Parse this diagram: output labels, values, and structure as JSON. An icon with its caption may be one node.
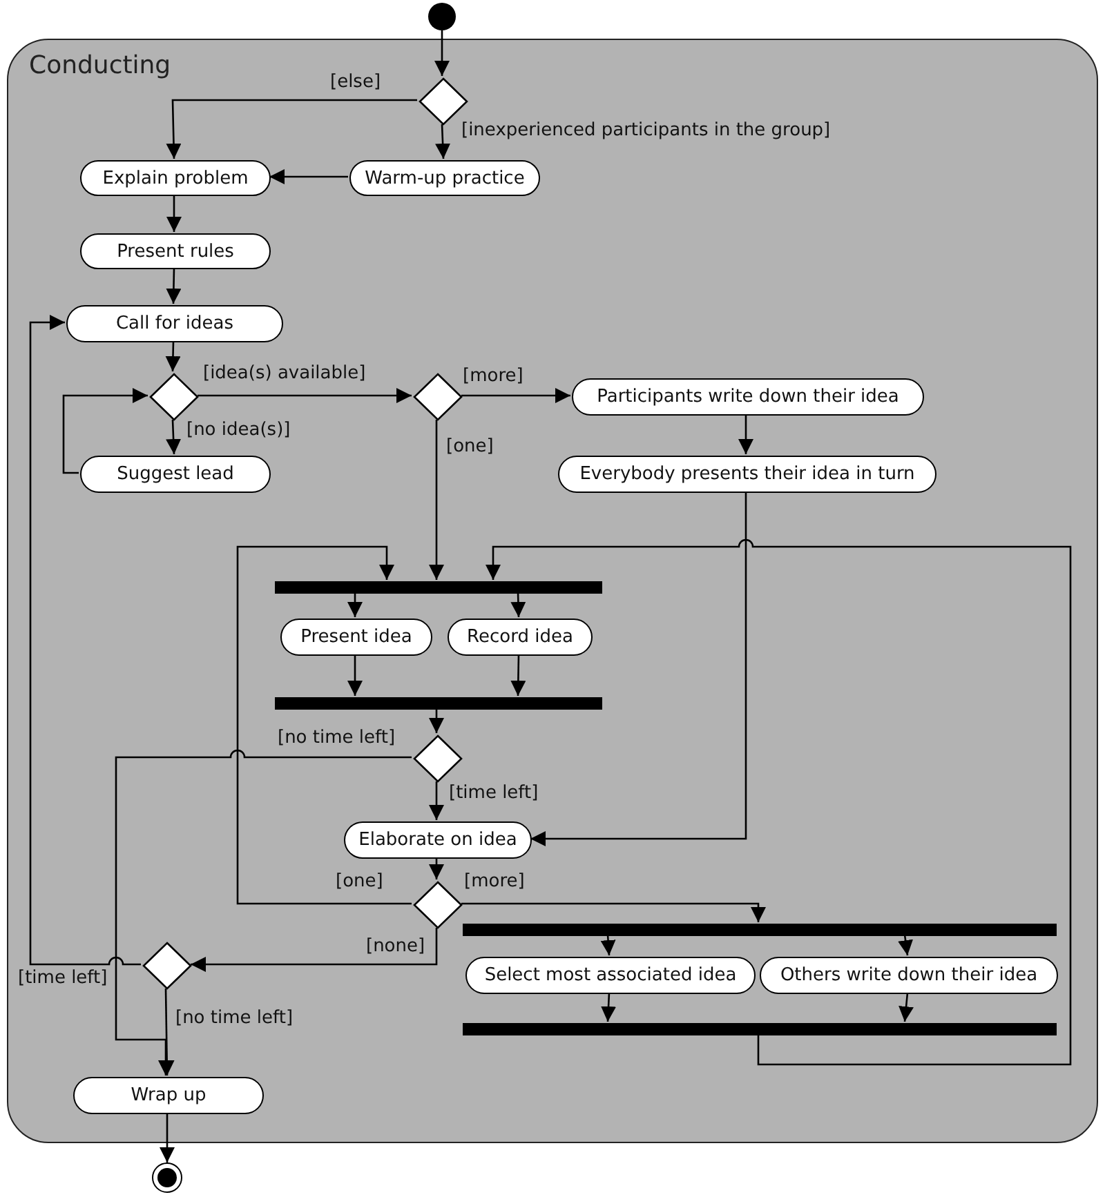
{
  "diagram": {
    "nodes": [
      {
        "text": [
          "Conducting"
        ]
      },
      {
        "text": [],
        "shape": "circle"
      },
      {
        "text": [],
        "shape": "diamond",
        "in": 0
      },
      {
        "text": [
          "Explain problem"
        ],
        "in": 0
      },
      {
        "text": [
          "Warm-up practice"
        ],
        "in": 0
      },
      {
        "text": [
          "Present rules"
        ],
        "in": 0
      },
      {
        "text": [
          "Call for ideas"
        ],
        "in": 0
      },
      {
        "text": [],
        "shape": "diamond",
        "in": 0
      },
      {
        "text": [
          "Suggest lead"
        ],
        "in": 0
      },
      {
        "text": [],
        "shape": "diamond",
        "in": 0
      },
      {
        "text": [
          "Participants write down their idea"
        ],
        "in": 0
      },
      {
        "text": [
          "Everybody presents their idea in turn"
        ],
        "in": 0
      },
      {
        "text": [],
        "shape": "bar",
        "in": 0
      },
      {
        "text": [
          "Present idea"
        ],
        "in": 0
      },
      {
        "text": [
          "Record idea"
        ],
        "in": 0
      },
      {
        "text": [],
        "shape": "bar",
        "in": 0
      },
      {
        "text": [],
        "shape": "diamond",
        "in": 0
      },
      {
        "text": [
          "Elaborate on idea"
        ],
        "in": 0
      },
      {
        "text": [],
        "shape": "diamond",
        "in": 0
      },
      {
        "text": [],
        "shape": "bar",
        "in": 0
      },
      {
        "text": [
          "Select most associated idea"
        ],
        "in": 0
      },
      {
        "text": [
          "Others write down their idea"
        ],
        "in": 0
      },
      {
        "text": [],
        "shape": "bar",
        "in": 0
      },
      {
        "text": [],
        "shape": "diamond",
        "in": 0
      },
      {
        "text": [
          "Wrap up"
        ],
        "in": 0
      },
      {
        "text": [],
        "shape": "circle"
      }
    ],
    "edges": [
      {
        "from": 1,
        "to": 2,
        "arrow": "to"
      },
      {
        "from": 2,
        "to": 3,
        "arrow": "to",
        "label": "[else]"
      },
      {
        "from": 2,
        "to": 4,
        "arrow": "to",
        "label": "[inexperienced participants in the group]"
      },
      {
        "from": 4,
        "to": 3,
        "arrow": "to"
      },
      {
        "from": 3,
        "to": 5,
        "arrow": "to"
      },
      {
        "from": 5,
        "to": 6,
        "arrow": "to"
      },
      {
        "from": 6,
        "to": 7,
        "arrow": "to"
      },
      {
        "from": 7,
        "to": 9,
        "arrow": "to",
        "label": "[idea(s) available]"
      },
      {
        "from": 7,
        "to": 8,
        "arrow": "to",
        "label": "[no idea(s)]"
      },
      {
        "from": 8,
        "to": 7,
        "arrow": "to"
      },
      {
        "from": 9,
        "to": 10,
        "arrow": "to",
        "label": "[more]"
      },
      {
        "from": 9,
        "to": 12,
        "arrow": "to",
        "label": "[one]"
      },
      {
        "from": 10,
        "to": 11,
        "arrow": "to"
      },
      {
        "from": 11,
        "to": 17,
        "arrow": "to"
      },
      {
        "from": 12,
        "to": 13,
        "arrow": "to"
      },
      {
        "from": 12,
        "to": 14,
        "arrow": "to"
      },
      {
        "from": 13,
        "to": 15,
        "arrow": "to"
      },
      {
        "from": 14,
        "to": 15,
        "arrow": "to"
      },
      {
        "from": 15,
        "to": 16,
        "arrow": "to"
      },
      {
        "from": 16,
        "to": 17,
        "arrow": "to",
        "label": "[time left]"
      },
      {
        "from": 16,
        "to": 24,
        "arrow": "to",
        "label": "[no time left]"
      },
      {
        "from": 17,
        "to": 18,
        "arrow": "to"
      },
      {
        "from": 18,
        "to": 12,
        "arrow": "to",
        "label": "[one]"
      },
      {
        "from": 18,
        "to": 19,
        "arrow": "to",
        "label": "[more]"
      },
      {
        "from": 18,
        "to": 23,
        "arrow": "to",
        "label": "[none]"
      },
      {
        "from": 19,
        "to": 20,
        "arrow": "to"
      },
      {
        "from": 19,
        "to": 21,
        "arrow": "to"
      },
      {
        "from": 20,
        "to": 22,
        "arrow": "to"
      },
      {
        "from": 21,
        "to": 22,
        "arrow": "to"
      },
      {
        "from": 22,
        "to": 12,
        "arrow": "to"
      },
      {
        "from": 23,
        "to": 6,
        "arrow": "to",
        "label": "[time left]"
      },
      {
        "from": 23,
        "to": 24,
        "arrow": "to",
        "label": "[no time left]"
      },
      {
        "from": 24,
        "to": 25,
        "arrow": "to"
      }
    ]
  }
}
